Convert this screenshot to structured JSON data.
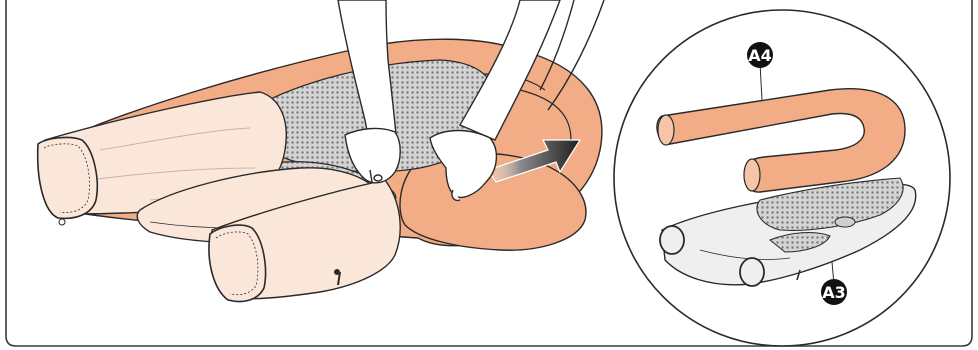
{
  "labels": {
    "a4": "A4",
    "a3": "A3"
  },
  "colors": {
    "skin_tan": "#f2ad86",
    "skin_tan_light": "#f6c4a6",
    "cover_peach": "#fbe6da",
    "cover_gray": "#efefef",
    "mesh_gray": "#b8b8b8",
    "outline": "#2a2a2a",
    "arrow_dark": "#2c2c2c",
    "badge": "#111111"
  },
  "icons": {
    "direction_arrow": "arrow-right-icon",
    "hands": "hand-illustration"
  }
}
